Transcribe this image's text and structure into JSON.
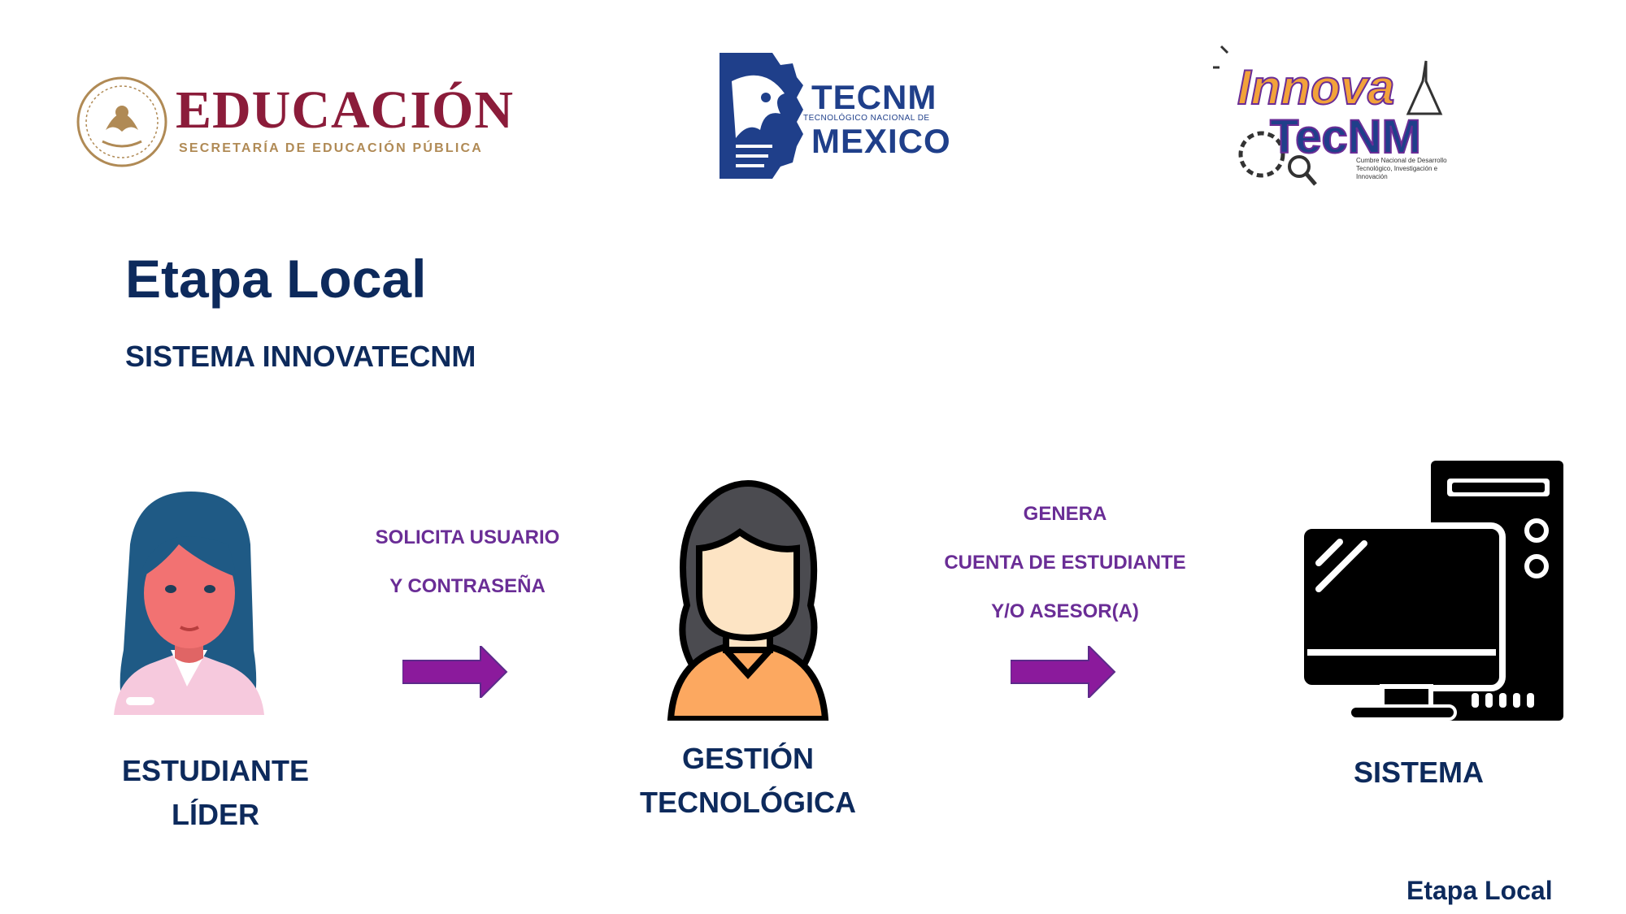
{
  "header": {
    "sep": {
      "title": "EDUCACIÓN",
      "subtitle": "SECRETARÍA DE EDUCACIÓN PÚBLICA",
      "seal_icon": "mexican-coat-of-arms-icon"
    },
    "tecnm": {
      "title": "TECNM",
      "tagline": "TECNOLÓGICO NACIONAL DE",
      "country": "MEXICO",
      "emblem_icon": "gear-eagle-emblem-icon"
    },
    "innova": {
      "word": "Innova",
      "tec": "TecNM",
      "tagline": "Cumbre Nacional de Desarrollo Tecnológico, Investigación e Innovación"
    }
  },
  "title": "Etapa Local",
  "subtitle": "SISTEMA INNOVATECNM",
  "flow": {
    "step1": {
      "line1": "ESTUDIANTE",
      "line2": "LÍDER",
      "icon": "student-woman-icon"
    },
    "arrow1": {
      "line1": "SOLICITA USUARIO",
      "line2": "Y CONTRASEÑA"
    },
    "step2": {
      "line1": "GESTIÓN",
      "line2": "TECNOLÓGICA",
      "icon": "woman-avatar-icon"
    },
    "arrow2": {
      "line1": "GENERA",
      "line2": "CUENTA DE ESTUDIANTE",
      "line3": "Y/O ASESOR(A)"
    },
    "step3": {
      "line1": "SISTEMA",
      "icon": "desktop-computer-icon"
    }
  },
  "footer": "Etapa Local",
  "colors": {
    "navy": "#0d2a5c",
    "purple_text": "#6a2d96",
    "arrow": "#8b1a9c",
    "sep_red": "#8b1c3a",
    "tecnm_blue": "#1f3f8a"
  }
}
